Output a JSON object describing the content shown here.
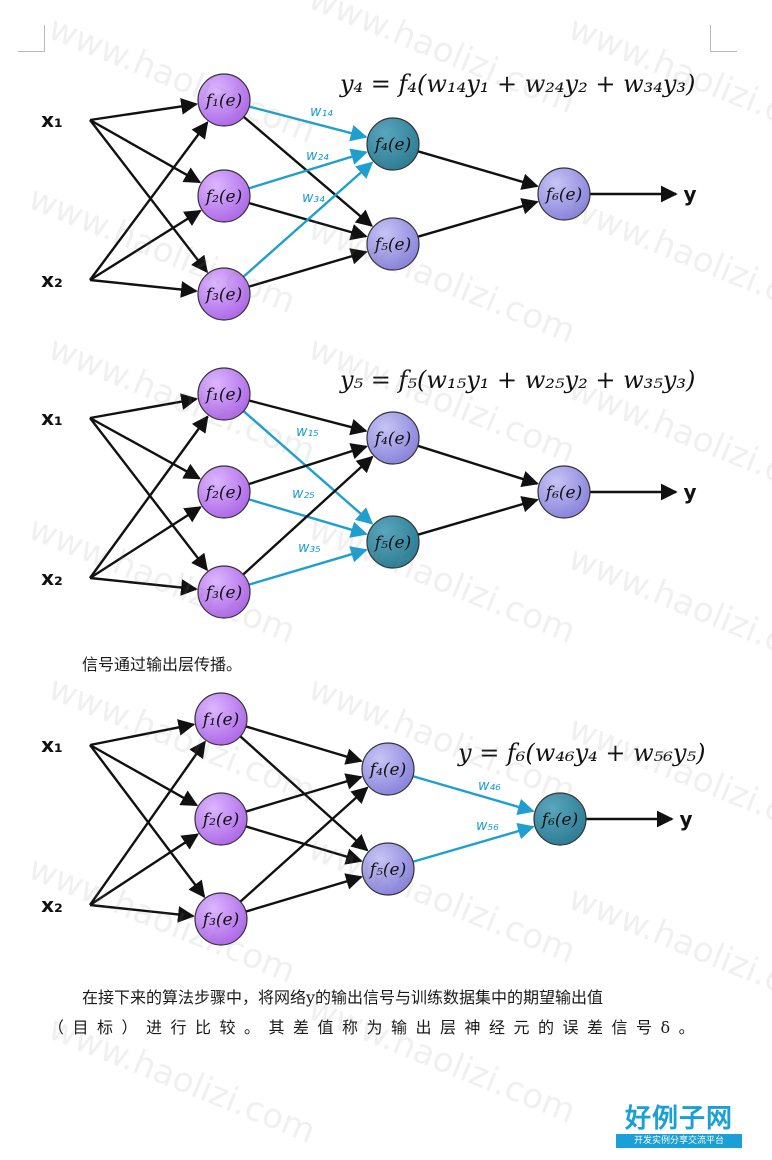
{
  "diagrams": [
    {
      "formula": "y₄ = f₄(w₁₄y₁ + w₂₄y₂ + w₃₄y₃)",
      "inputs": [
        "x₁",
        "x₂"
      ],
      "output": "y",
      "nodes": [
        "f₁(e)",
        "f₂(e)",
        "f₃(e)",
        "f₄(e)",
        "f₅(e)",
        "f₆(e)"
      ],
      "highlighted_node": "f₄(e)",
      "weights": [
        "w₁₄",
        "w₂₄",
        "w₃₄"
      ]
    },
    {
      "formula": "y₅ = f₅(w₁₅y₁ + w₂₅y₂ + w₃₅y₃)",
      "inputs": [
        "x₁",
        "x₂"
      ],
      "output": "y",
      "nodes": [
        "f₁(e)",
        "f₂(e)",
        "f₃(e)",
        "f₄(e)",
        "f₅(e)",
        "f₆(e)"
      ],
      "highlighted_node": "f₅(e)",
      "weights": [
        "w₁₅",
        "w₂₅",
        "w₃₅"
      ]
    },
    {
      "formula": "y = f₆(w₄₆y₄ + w₅₆y₅)",
      "inputs": [
        "x₁",
        "x₂"
      ],
      "output": "y",
      "nodes": [
        "f₁(e)",
        "f₂(e)",
        "f₃(e)",
        "f₄(e)",
        "f₅(e)",
        "f₆(e)"
      ],
      "highlighted_node": "f₆(e)",
      "weights": [
        "w₄₆",
        "w₅₆"
      ]
    }
  ],
  "text": {
    "para1": "信号通过输出层传播。",
    "para2_line1": "在接下来的算法步骤中，将网络y的输出信号与训练数据集中的期望输出值",
    "para2_line2": "（目标）进行比较。其差值称为输出层神经元的误差信号δ。"
  },
  "watermark": "www.haolizi.com",
  "logo": {
    "main": "好例子网",
    "sub": "开发实例分享交流平台"
  },
  "colors": {
    "input_node": "#b06ce8",
    "hidden_node": "#8c86dc",
    "highlight_node": "#2f7f96",
    "arrow": "#111111",
    "highlight_arrow": "#1f9fd0",
    "logo": "#1a9fd6"
  },
  "icons": {
    "corner_marks": "crop-mark-icon"
  }
}
